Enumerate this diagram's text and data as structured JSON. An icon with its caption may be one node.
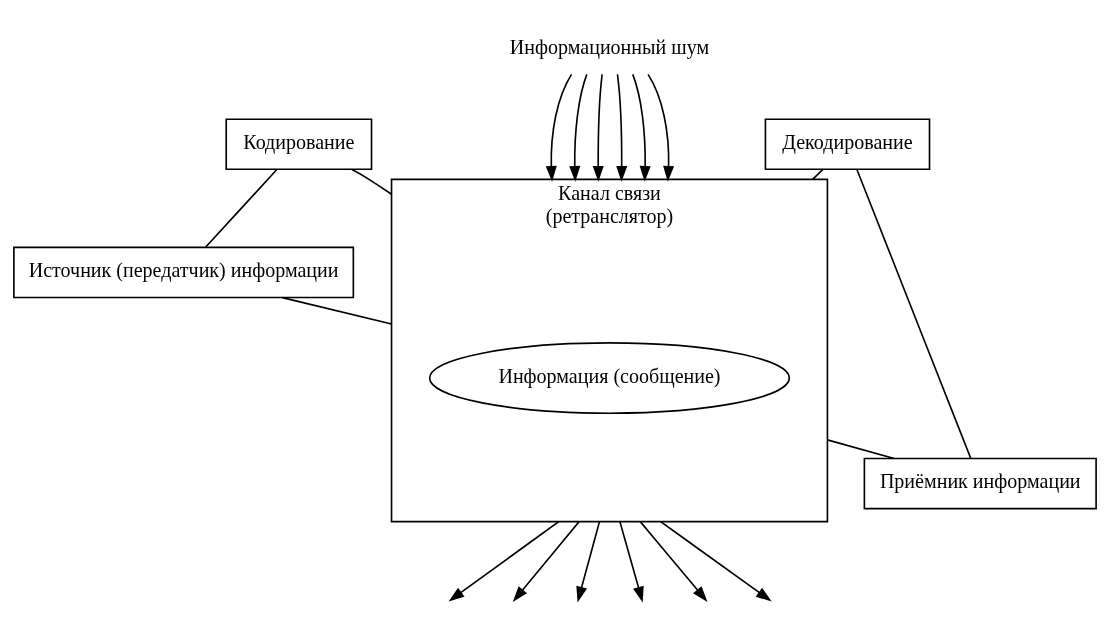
{
  "diagram": {
    "nodes": [
      {
        "text": [
          "Кодирование"
        ]
      },
      {
        "text": [
          "Декодирование"
        ]
      },
      {
        "text": [
          "Информационный шум"
        ]
      },
      {
        "text": [
          "Источник (передатчик) информации"
        ]
      },
      {
        "text": [
          "Канал связи",
          "(ретранслятор)"
        ]
      },
      {
        "text": [
          "Информация (сообщение)"
        ],
        "in": 4
      },
      {
        "text": [
          "Приёмник информации"
        ]
      }
    ],
    "edges": [
      {
        "from": 3,
        "to": 4,
        "arrow": "none"
      },
      {
        "from": 0,
        "to": 3,
        "arrow": "none"
      },
      {
        "from": 0,
        "to": 4,
        "arrow": "none"
      },
      {
        "from": 4,
        "to": 6,
        "arrow": "none"
      },
      {
        "from": 1,
        "to": 4,
        "arrow": "none"
      },
      {
        "from": 1,
        "to": 6,
        "arrow": "none"
      },
      {
        "from": 2,
        "to": 4,
        "arrow": "to"
      },
      {
        "from": 2,
        "to": 4,
        "arrow": "to"
      },
      {
        "from": 2,
        "to": 4,
        "arrow": "to"
      },
      {
        "from": 2,
        "to": 4,
        "arrow": "to"
      },
      {
        "from": 2,
        "to": 4,
        "arrow": "to"
      },
      {
        "from": 2,
        "to": 4,
        "arrow": "to"
      },
      {
        "from": 4,
        "to": null,
        "arrow": "to"
      },
      {
        "from": 4,
        "to": null,
        "arrow": "to"
      },
      {
        "from": 4,
        "to": null,
        "arrow": "to"
      },
      {
        "from": 4,
        "to": null,
        "arrow": "to"
      },
      {
        "from": 4,
        "to": null,
        "arrow": "to"
      },
      {
        "from": 4,
        "to": null,
        "arrow": "to"
      }
    ]
  }
}
